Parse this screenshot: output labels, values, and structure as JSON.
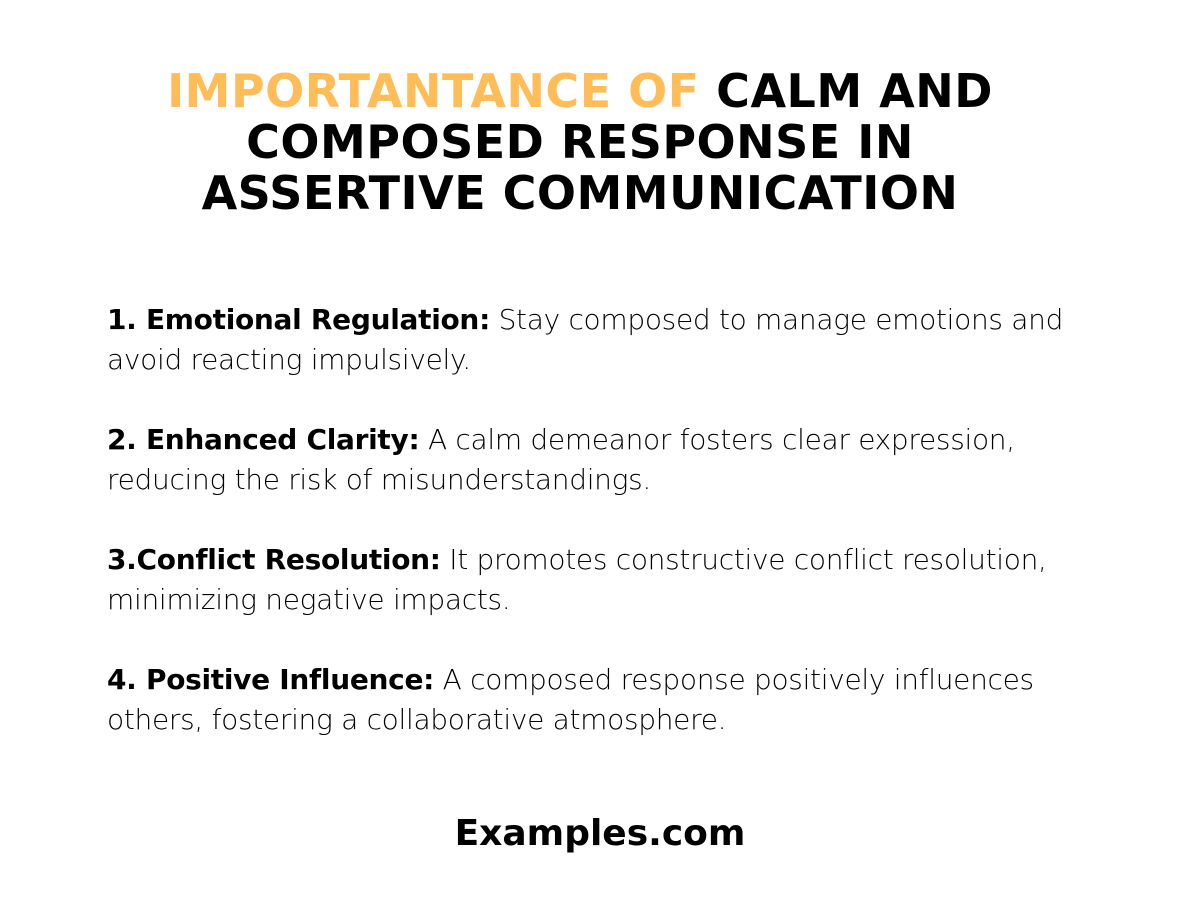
{
  "header": {
    "title_accent": "IMPORTANTANCE OF",
    "title_line1_rest": " CALM AND",
    "title_line2": "COMPOSED RESPONSE IN",
    "title_line3": "ASSERTIVE COMMUNICATION",
    "accent_color": "#FFBD59"
  },
  "points": [
    {
      "label": "1. Emotional Regulation:",
      "text": " Stay composed to manage emotions and avoid reacting impulsively."
    },
    {
      "label": "2. Enhanced Clarity:",
      "text": " A calm demeanor fosters clear expression, reducing the risk of misunderstandings."
    },
    {
      "label": "3.Conflict Resolution:",
      "text": " It promotes constructive conflict resolution, minimizing negative impacts."
    },
    {
      "label": "4. Positive Influence:",
      "text": " A composed response positively influences others, fostering a collaborative atmosphere."
    }
  ],
  "footer": {
    "brand": "Examples.com"
  }
}
